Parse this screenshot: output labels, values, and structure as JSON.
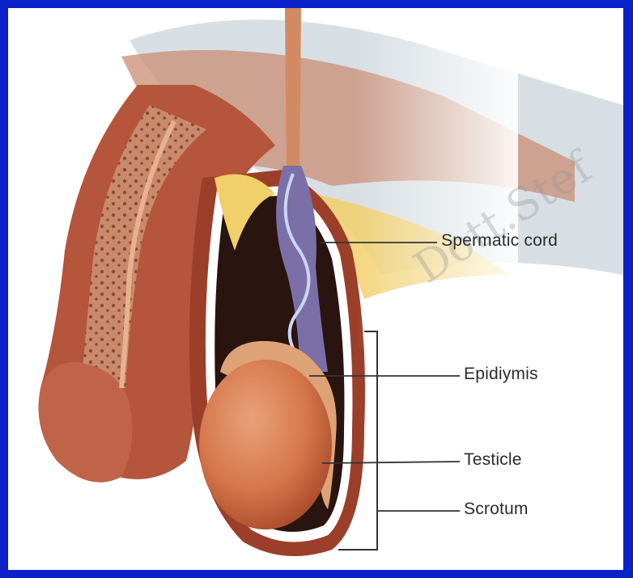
{
  "labels": {
    "spermatic_cord": "Spermatic cord",
    "epididymis": "Epidiymis",
    "testicle": "Testicle",
    "scrotum": "Scrotum"
  },
  "watermark": "Dott.Stef",
  "colors": {
    "frame": "#0b22c8",
    "tissue": "#b5553c",
    "fat": "#f1cf6a",
    "testicle": "#d4764a",
    "epididymis": "#dda276",
    "leader_lines": "#333333"
  }
}
